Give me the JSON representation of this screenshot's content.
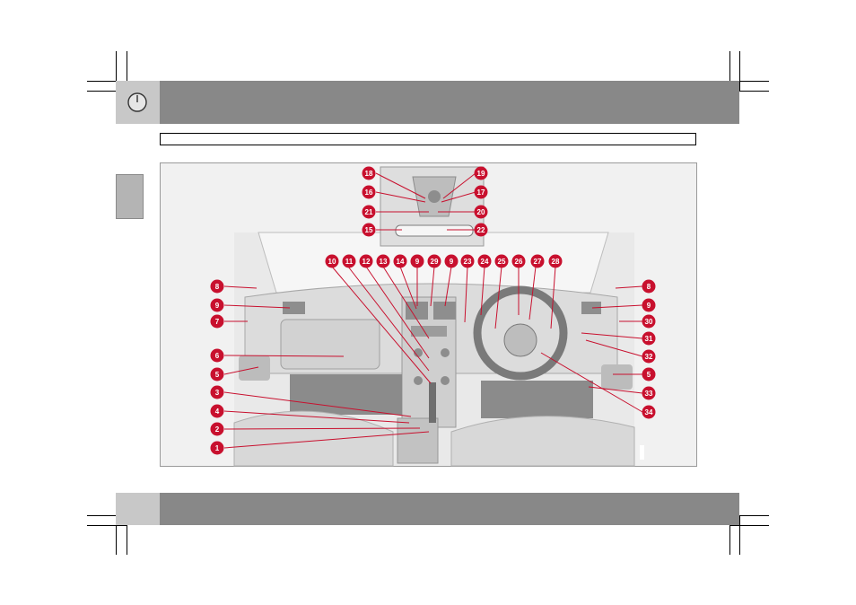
{
  "page": {
    "header_text": "",
    "section_title": "",
    "footer_text": "",
    "icon": "clock-icon",
    "colors": {
      "band": "#888888",
      "tab": "#c8c8c8",
      "callout": "#c8102e",
      "line": "#c8102e"
    }
  },
  "figure": {
    "callouts": [
      {
        "id": "c18",
        "num": "18"
      },
      {
        "id": "c16",
        "num": "16"
      },
      {
        "id": "c21",
        "num": "21"
      },
      {
        "id": "c15",
        "num": "15"
      },
      {
        "id": "c19",
        "num": "19"
      },
      {
        "id": "c17",
        "num": "17"
      },
      {
        "id": "c20",
        "num": "20"
      },
      {
        "id": "c22",
        "num": "22"
      },
      {
        "id": "c10",
        "num": "10"
      },
      {
        "id": "c11",
        "num": "11"
      },
      {
        "id": "c12",
        "num": "12"
      },
      {
        "id": "c13",
        "num": "13"
      },
      {
        "id": "c14",
        "num": "14"
      },
      {
        "id": "c9a",
        "num": "9"
      },
      {
        "id": "c29",
        "num": "29"
      },
      {
        "id": "c9b",
        "num": "9"
      },
      {
        "id": "c23",
        "num": "23"
      },
      {
        "id": "c24",
        "num": "24"
      },
      {
        "id": "c25",
        "num": "25"
      },
      {
        "id": "c26",
        "num": "26"
      },
      {
        "id": "c27",
        "num": "27"
      },
      {
        "id": "c28",
        "num": "28"
      },
      {
        "id": "c8l",
        "num": "8"
      },
      {
        "id": "c9l",
        "num": "9"
      },
      {
        "id": "c7",
        "num": "7"
      },
      {
        "id": "c6",
        "num": "6"
      },
      {
        "id": "c5l",
        "num": "5"
      },
      {
        "id": "c3",
        "num": "3"
      },
      {
        "id": "c4",
        "num": "4"
      },
      {
        "id": "c2",
        "num": "2"
      },
      {
        "id": "c1",
        "num": "1"
      },
      {
        "id": "c8r",
        "num": "8"
      },
      {
        "id": "c9r",
        "num": "9"
      },
      {
        "id": "c30",
        "num": "30"
      },
      {
        "id": "c31",
        "num": "31"
      },
      {
        "id": "c32",
        "num": "32"
      },
      {
        "id": "c5r",
        "num": "5"
      },
      {
        "id": "c33",
        "num": "33"
      },
      {
        "id": "c34",
        "num": "34"
      }
    ]
  }
}
